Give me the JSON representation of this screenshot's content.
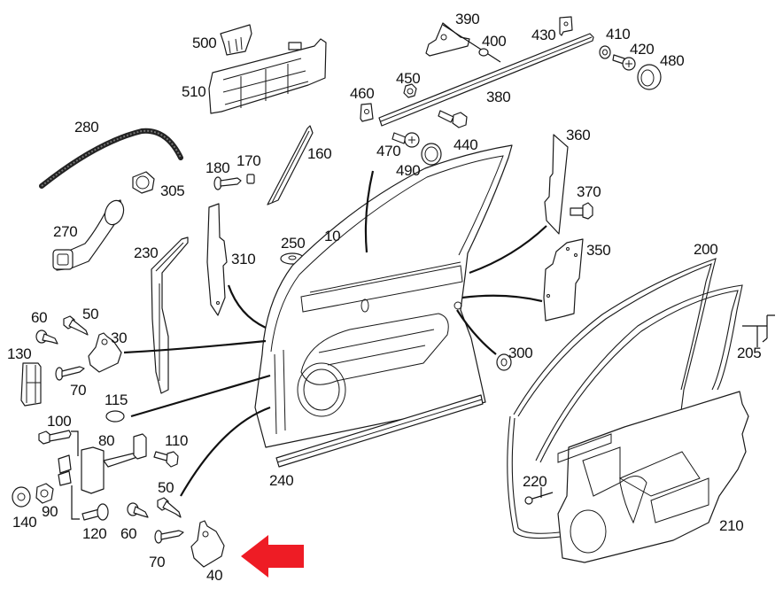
{
  "diagram": {
    "title": "Front door exploded parts diagram",
    "highlight": {
      "color": "#ee1c25",
      "target_part": "40"
    },
    "callouts": {
      "p10": "10",
      "p30": "30",
      "p40": "40",
      "p50a": "50",
      "p50b": "50",
      "p60a": "60",
      "p60b": "60",
      "p70a": "70",
      "p70b": "70",
      "p80": "80",
      "p90": "90",
      "p100": "100",
      "p110": "110",
      "p115": "115",
      "p120": "120",
      "p130": "130",
      "p140": "140",
      "p160": "160",
      "p170": "170",
      "p180": "180",
      "p200": "200",
      "p205": "205",
      "p210": "210",
      "p220": "220",
      "p230": "230",
      "p240": "240",
      "p250": "250",
      "p270": "270",
      "p280": "280",
      "p300": "300",
      "p305": "305",
      "p310": "310",
      "p350": "350",
      "p360": "360",
      "p370": "370",
      "p380": "380",
      "p390": "390",
      "p400": "400",
      "p410": "410",
      "p420": "420",
      "p430": "430",
      "p440": "440",
      "p450": "450",
      "p460": "460",
      "p470": "470",
      "p480": "480",
      "p490": "490",
      "p500": "500",
      "p510": "510"
    }
  }
}
